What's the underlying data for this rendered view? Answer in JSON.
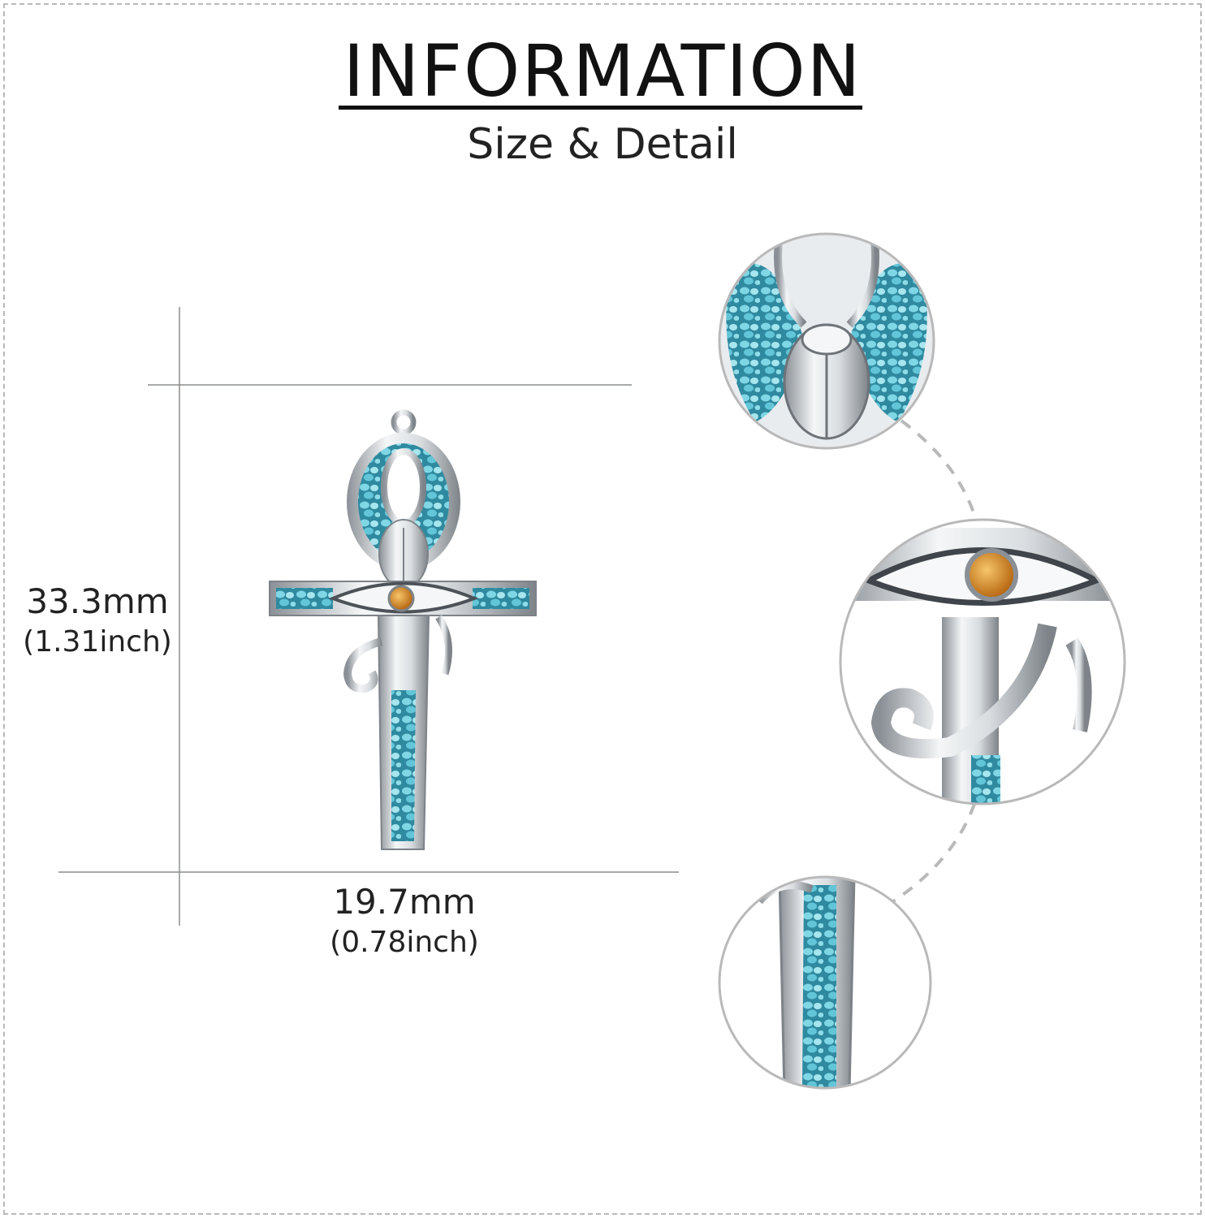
{
  "header": {
    "title": "INFORMATION",
    "subtitle": "Size & Detail"
  },
  "dimensions": {
    "height_mm": "33.3mm",
    "height_inch": "(1.31inch)",
    "width_mm": "19.7mm",
    "width_inch": "(0.78inch)"
  },
  "colors": {
    "stone": "#5ec3d6",
    "stone_dark": "#1f6f84",
    "silver": "#d9dde0",
    "silver_dark": "#8a9096",
    "gem": "#d98a1e",
    "guide_line": "#8a8f8a",
    "connector": "#b9b9b9"
  },
  "icons": [
    "ankh-pendant-icon",
    "scarab-detail-icon",
    "eye-of-horus-detail-icon",
    "turquoise-stem-detail-icon"
  ]
}
